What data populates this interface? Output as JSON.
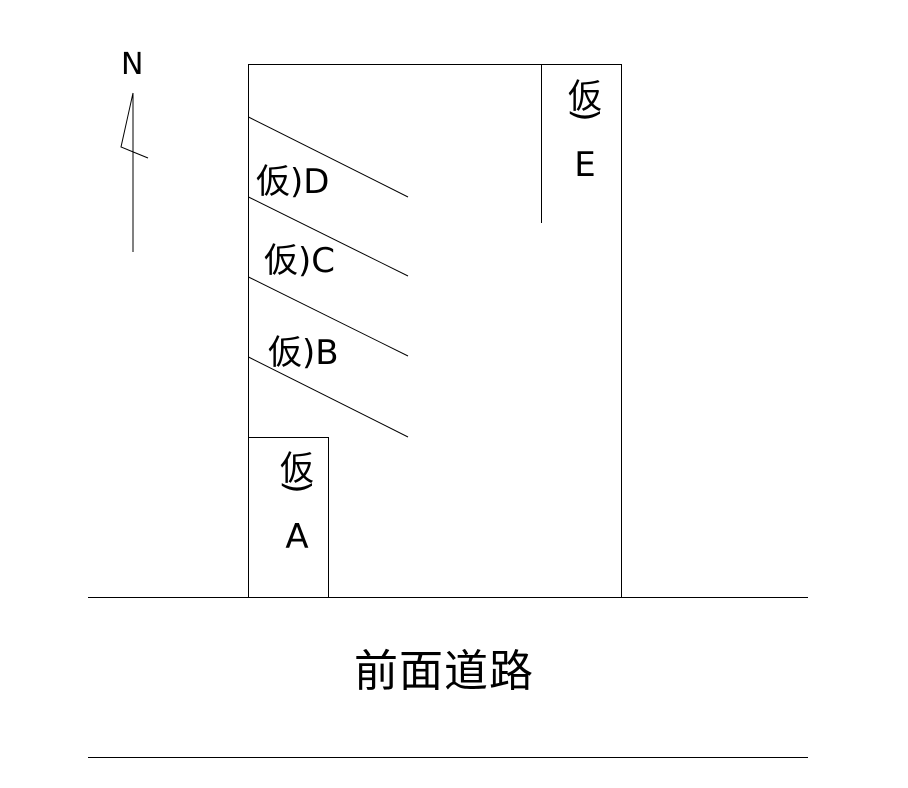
{
  "compass": {
    "label": "N"
  },
  "lots": {
    "a": {
      "kanji": "仮",
      "paren": ")",
      "letter": "A"
    },
    "b": {
      "label": "仮)B"
    },
    "c": {
      "label": "仮)C"
    },
    "d": {
      "label": "仮)D"
    },
    "e": {
      "kanji": "仮",
      "paren": ")",
      "letter": "E"
    }
  },
  "road": {
    "label": "前面道路"
  },
  "colors": {
    "line": "#000000",
    "background": "#ffffff"
  }
}
